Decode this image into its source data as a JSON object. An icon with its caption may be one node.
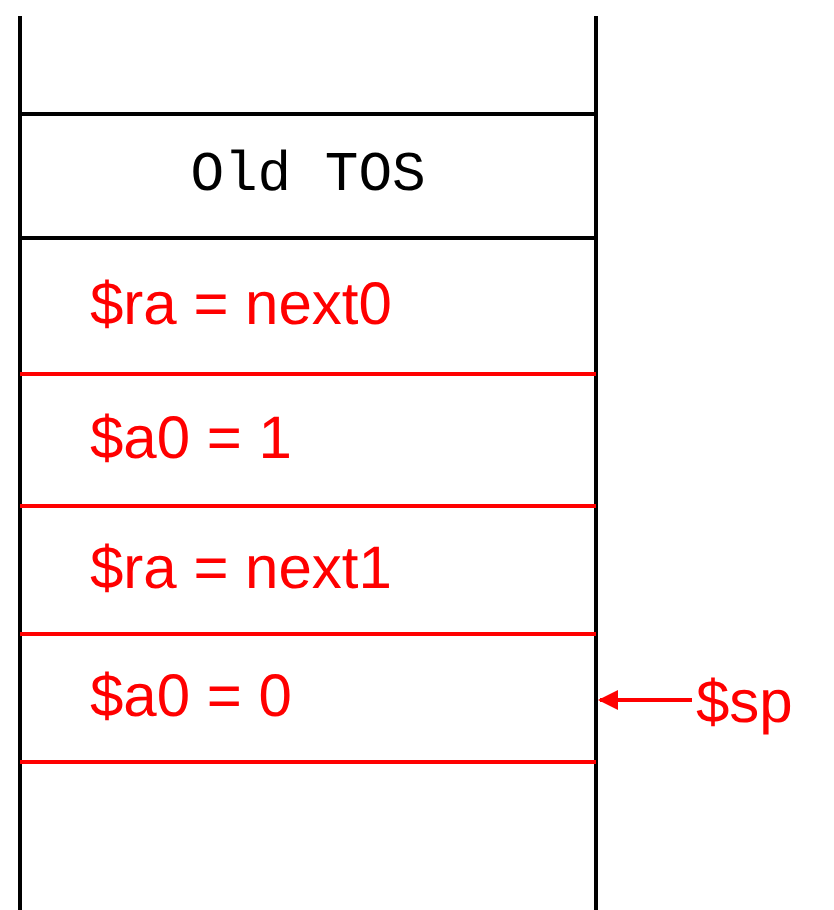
{
  "diagram": {
    "nodes": [
      {
        "text": [
          "Old TOS"
        ]
      },
      {
        "text": [
          "$ra = next0"
        ]
      },
      {
        "text": [
          "$a0 = 1"
        ]
      },
      {
        "text": [
          "$ra = next1"
        ]
      },
      {
        "text": [
          "$a0 = 0"
        ]
      },
      {
        "text": [
          "$sp"
        ]
      }
    ],
    "edges": [
      {
        "from": 5,
        "to": 4,
        "arrow": "to"
      }
    ]
  }
}
